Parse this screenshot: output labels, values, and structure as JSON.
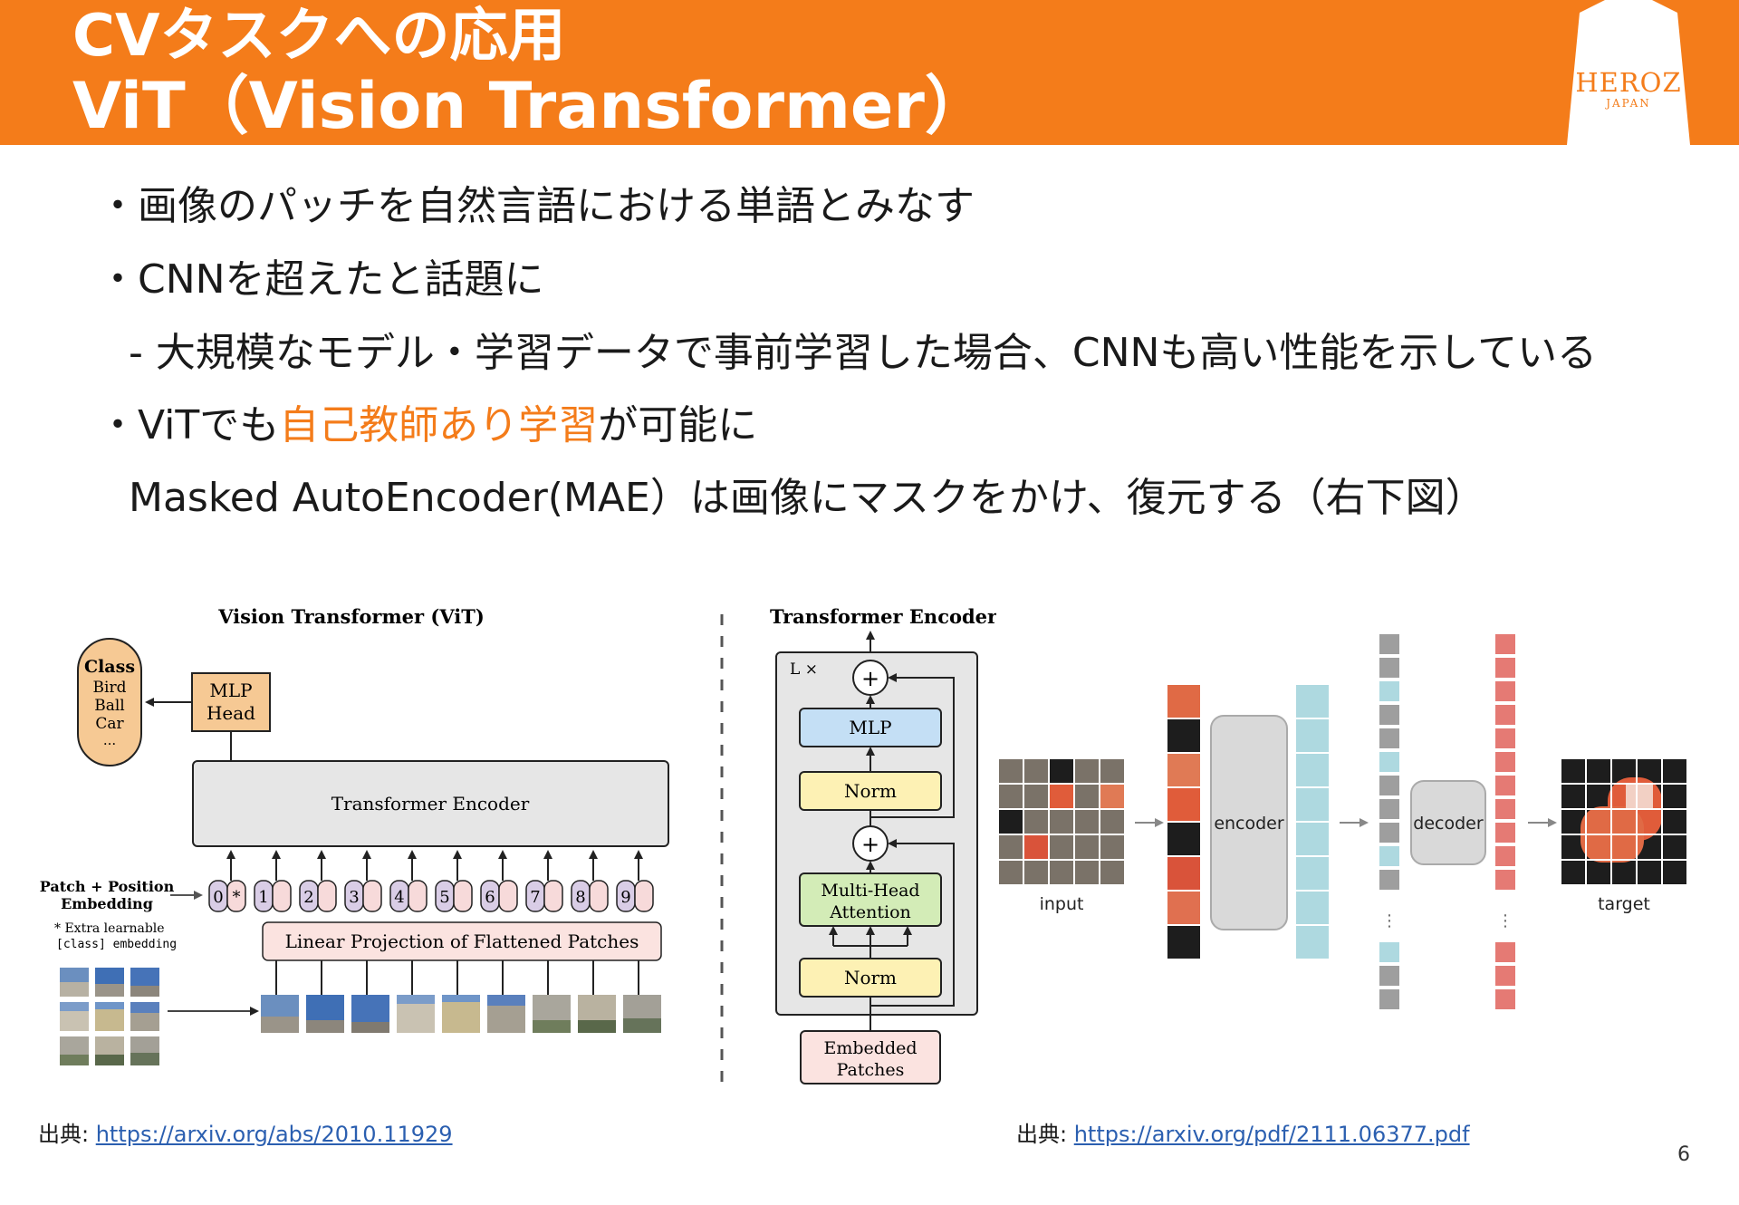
{
  "header": {
    "title_line1": "CVタスクへの応用",
    "title_line2": "ViT（Vision Transformer）",
    "logo_main": "HEROZ",
    "logo_sub": "JAPAN"
  },
  "bullets": {
    "b1": "・画像のパッチを自然言語における単語とみなす",
    "b2": "・CNNを超えたと話題に",
    "b3": "- 大規模なモデル・学習データで事前学習した場合、CNNも高い性能を示している",
    "b4_pre": "・ViTでも",
    "b4_accent": "自己教師あり学習",
    "b4_post": "が可能に",
    "b5": "Masked AutoEncoder(MAE）は画像にマスクをかけ、復元する（右下図）"
  },
  "vit_figure": {
    "title": "Vision Transformer (ViT)",
    "encoder_title": "Transformer Encoder",
    "class_box": [
      "Class",
      "Bird",
      "Ball",
      "Car",
      "..."
    ],
    "mlp_head": [
      "MLP",
      "Head"
    ],
    "transformer_encoder": "Transformer Encoder",
    "patch_position": [
      "Patch + Position",
      "Embedding"
    ],
    "extra_learnable": [
      "* Extra learnable",
      "[class] embedding"
    ],
    "linear_projection": "Linear Projection of Flattened Patches",
    "token_labels": [
      "0",
      "1",
      "2",
      "3",
      "4",
      "5",
      "6",
      "7",
      "8",
      "9"
    ],
    "class_token_marker": "*",
    "lx": "L ×",
    "plus": "+",
    "mlp": "MLP",
    "norm": "Norm",
    "mha": [
      "Multi-Head",
      "Attention"
    ],
    "embedded_patches": [
      "Embedded",
      "Patches"
    ]
  },
  "mae_figure": {
    "input_label": "input",
    "encoder_label": "encoder",
    "decoder_label": "decoder",
    "target_label": "target",
    "ellipsis": "⋮"
  },
  "sources": {
    "prefix": "出典: ",
    "src1_url": "https://arxiv.org/abs/2010.11929",
    "src2_url": "https://arxiv.org/pdf/2111.06377.pdf"
  },
  "page_number": "6",
  "colors": {
    "accent": "#f47c1a",
    "link": "#2b5fb0",
    "token_purple": "#d9cde6",
    "token_pink": "#f7dada",
    "mlp_orange": "#f6c994",
    "mlp_blue": "#c4dff5",
    "norm_yellow": "#fdf1b4",
    "mha_green": "#d3ecb7",
    "embed_pink": "#fbe3e0",
    "mae_teal": "#aed9e0",
    "mae_gray": "#9e9e9e",
    "mae_red": "#e57a74"
  }
}
